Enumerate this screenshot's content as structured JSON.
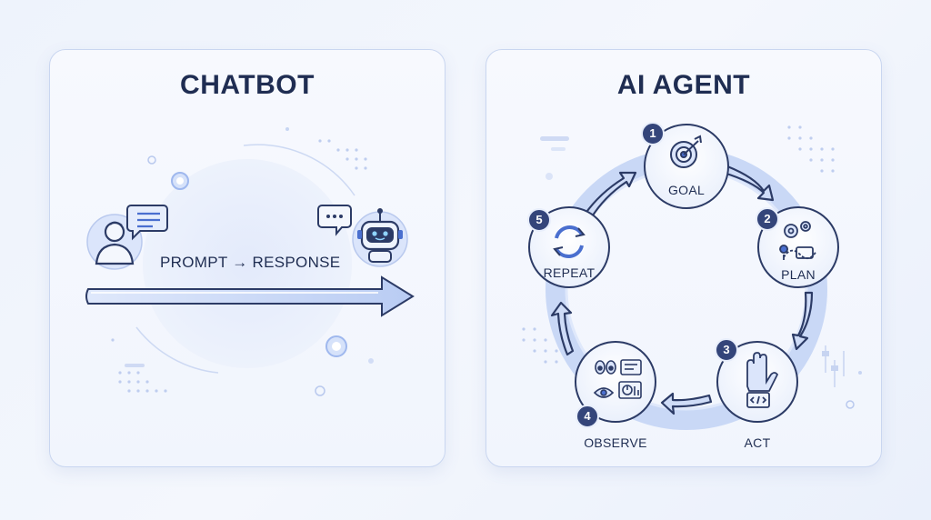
{
  "left_panel": {
    "title": "CHATBOT",
    "flow_text": "PROMPT → RESPONSE",
    "icons": [
      "user-icon",
      "speech-bubble-icon",
      "typing-bubble-icon",
      "robot-icon",
      "arrow-right-icon"
    ]
  },
  "right_panel": {
    "title": "AI AGENT",
    "steps": [
      {
        "number": "1",
        "label": "GOAL",
        "icon": "target-icon"
      },
      {
        "number": "2",
        "label": "PLAN",
        "icon": "gears-route-icon"
      },
      {
        "number": "3",
        "label": "ACT",
        "icon": "hand-code-icon"
      },
      {
        "number": "4",
        "label": "OBSERVE",
        "icon": "eye-dashboard-icon"
      },
      {
        "number": "5",
        "label": "REPEAT",
        "icon": "refresh-icon"
      }
    ]
  },
  "colors": {
    "title": "#1f2d52",
    "accent": "#4a6fcf",
    "light_accent": "#c9d8f6",
    "badge": "#34457a"
  }
}
